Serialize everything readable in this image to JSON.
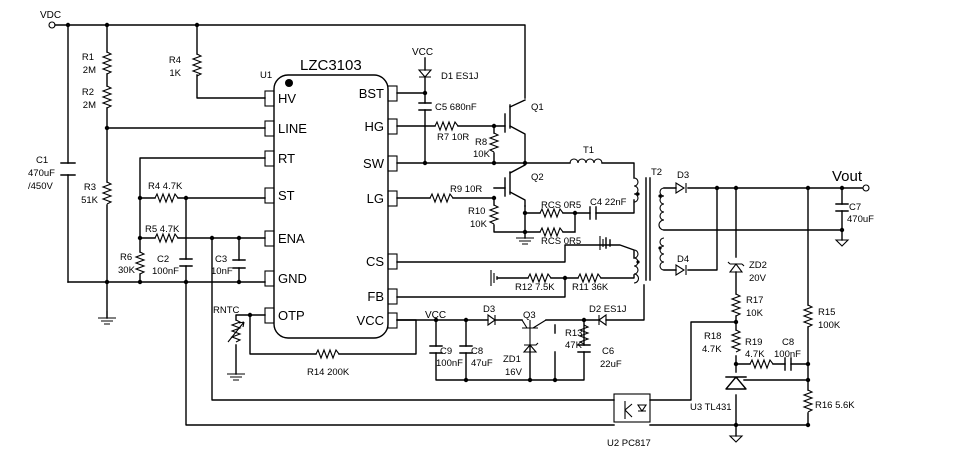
{
  "ic": {
    "ref": "U1",
    "part": "LZC3103",
    "pins_left": [
      "HV",
      "LINE",
      "RT",
      "ST",
      "ENA",
      "GND",
      "OTP"
    ],
    "pins_right": [
      "BST",
      "HG",
      "SW",
      "LG",
      "CS",
      "FB",
      "VCC"
    ]
  },
  "nets": {
    "vdc": "VDC",
    "vcc1": "VCC",
    "vcc2": "VCC",
    "vout": "Vout"
  },
  "labels": {
    "r1a": "R1",
    "r1b": "2M",
    "r2a": "R2",
    "r2b": "2M",
    "r3a": "R3",
    "r3b": "51K",
    "c1a": "C1",
    "c1b": "470uF",
    "c1c": "/450V",
    "r4a": "R4",
    "r4b": "1K",
    "r4s": "R4 4.7K",
    "r5": "R5 4.7K",
    "r6a": "R6",
    "r6b": "30K",
    "c2a": "C2",
    "c2b": "100nF",
    "c3a": "C3",
    "c3b": "10nF",
    "rntc": "RNTC",
    "r14": "R14 200K",
    "d1": "D1 ES1J",
    "c5": "C5 680nF",
    "q1": "Q1",
    "r7": "R7 10R",
    "r8a": "R8",
    "r8b": "10K",
    "q2": "Q2",
    "r9": "R9 10R",
    "r10a": "R10",
    "r10b": "10K",
    "rcs1": "RCS 0R5",
    "rcs2": "RCS 0R5",
    "c4": "C4 22nF",
    "t1": "T1",
    "t2": "T2",
    "d3a": "D3",
    "d4": "D4",
    "r12": "R12 7.5K",
    "r11": "R11 36K",
    "d2": "D2 ES1J",
    "d3b": "D3",
    "q3": "Q3",
    "c9a": "C9",
    "c9b": "100nF",
    "c8a": "C8",
    "c8b": "47uF",
    "zd1a": "ZD1",
    "zd1b": "16V",
    "r13a": "R13",
    "r13b": "47K",
    "c6a": "C6",
    "c6b": "22uF",
    "c7a": "C7",
    "c7b": "470uF",
    "zd2a": "ZD2",
    "zd2b": "20V",
    "r17a": "R17",
    "r17b": "10K",
    "r15a": "R15",
    "r15b": "100K",
    "r18a": "R18",
    "r18b": "4.7K",
    "r19a": "R19",
    "r19b": "4.7K",
    "c8ba": "C8",
    "c8bb": "100nF",
    "u3": "U3 TL431",
    "r16": "R16 5.6K",
    "u2": "U2 PC817"
  }
}
